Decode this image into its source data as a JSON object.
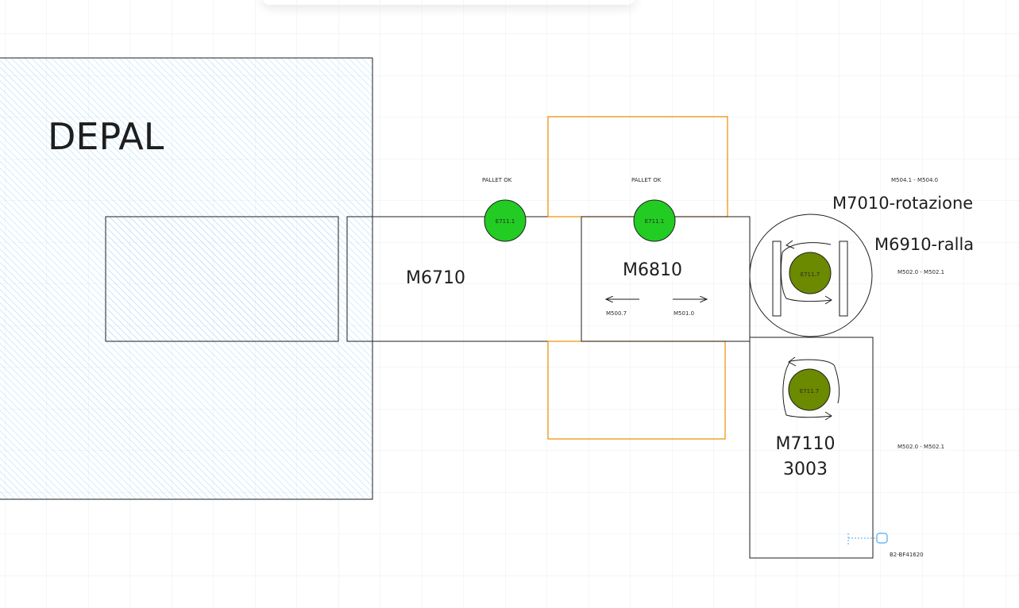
{
  "diagram": {
    "depal": {
      "label": "DEPAL"
    },
    "conveyors": {
      "m6710": {
        "label": "M6710"
      },
      "m6810": {
        "label": "M6810",
        "arrow_left_label": "M500.7",
        "arrow_right_label": "M501.0"
      },
      "m7110": {
        "label": "M7110",
        "sublabel": "3003",
        "sensor_label": "E711.7",
        "signal_label": "M502.0 - M502.1"
      }
    },
    "sensors": [
      {
        "caption": "PALLET OK",
        "label": "E711.1"
      },
      {
        "caption": "PALLET OK",
        "label": "E711.1"
      }
    ],
    "rotation_table": {
      "label_top": "M7010-rotazione",
      "label_bottom": "M6910-ralla",
      "signal_top": "M504.1 - M504.0",
      "signal_bottom": "M502.0 - M502.1",
      "sensor_label": "E711.7"
    },
    "device_tag": "B2-BF41620",
    "colors": {
      "hatch": "#a5d8ff",
      "outline": "#1e1e1e",
      "orange": "#f08c00",
      "green": "#22cc22",
      "olive": "#6b8a00",
      "grid": "#e9ecef"
    }
  }
}
